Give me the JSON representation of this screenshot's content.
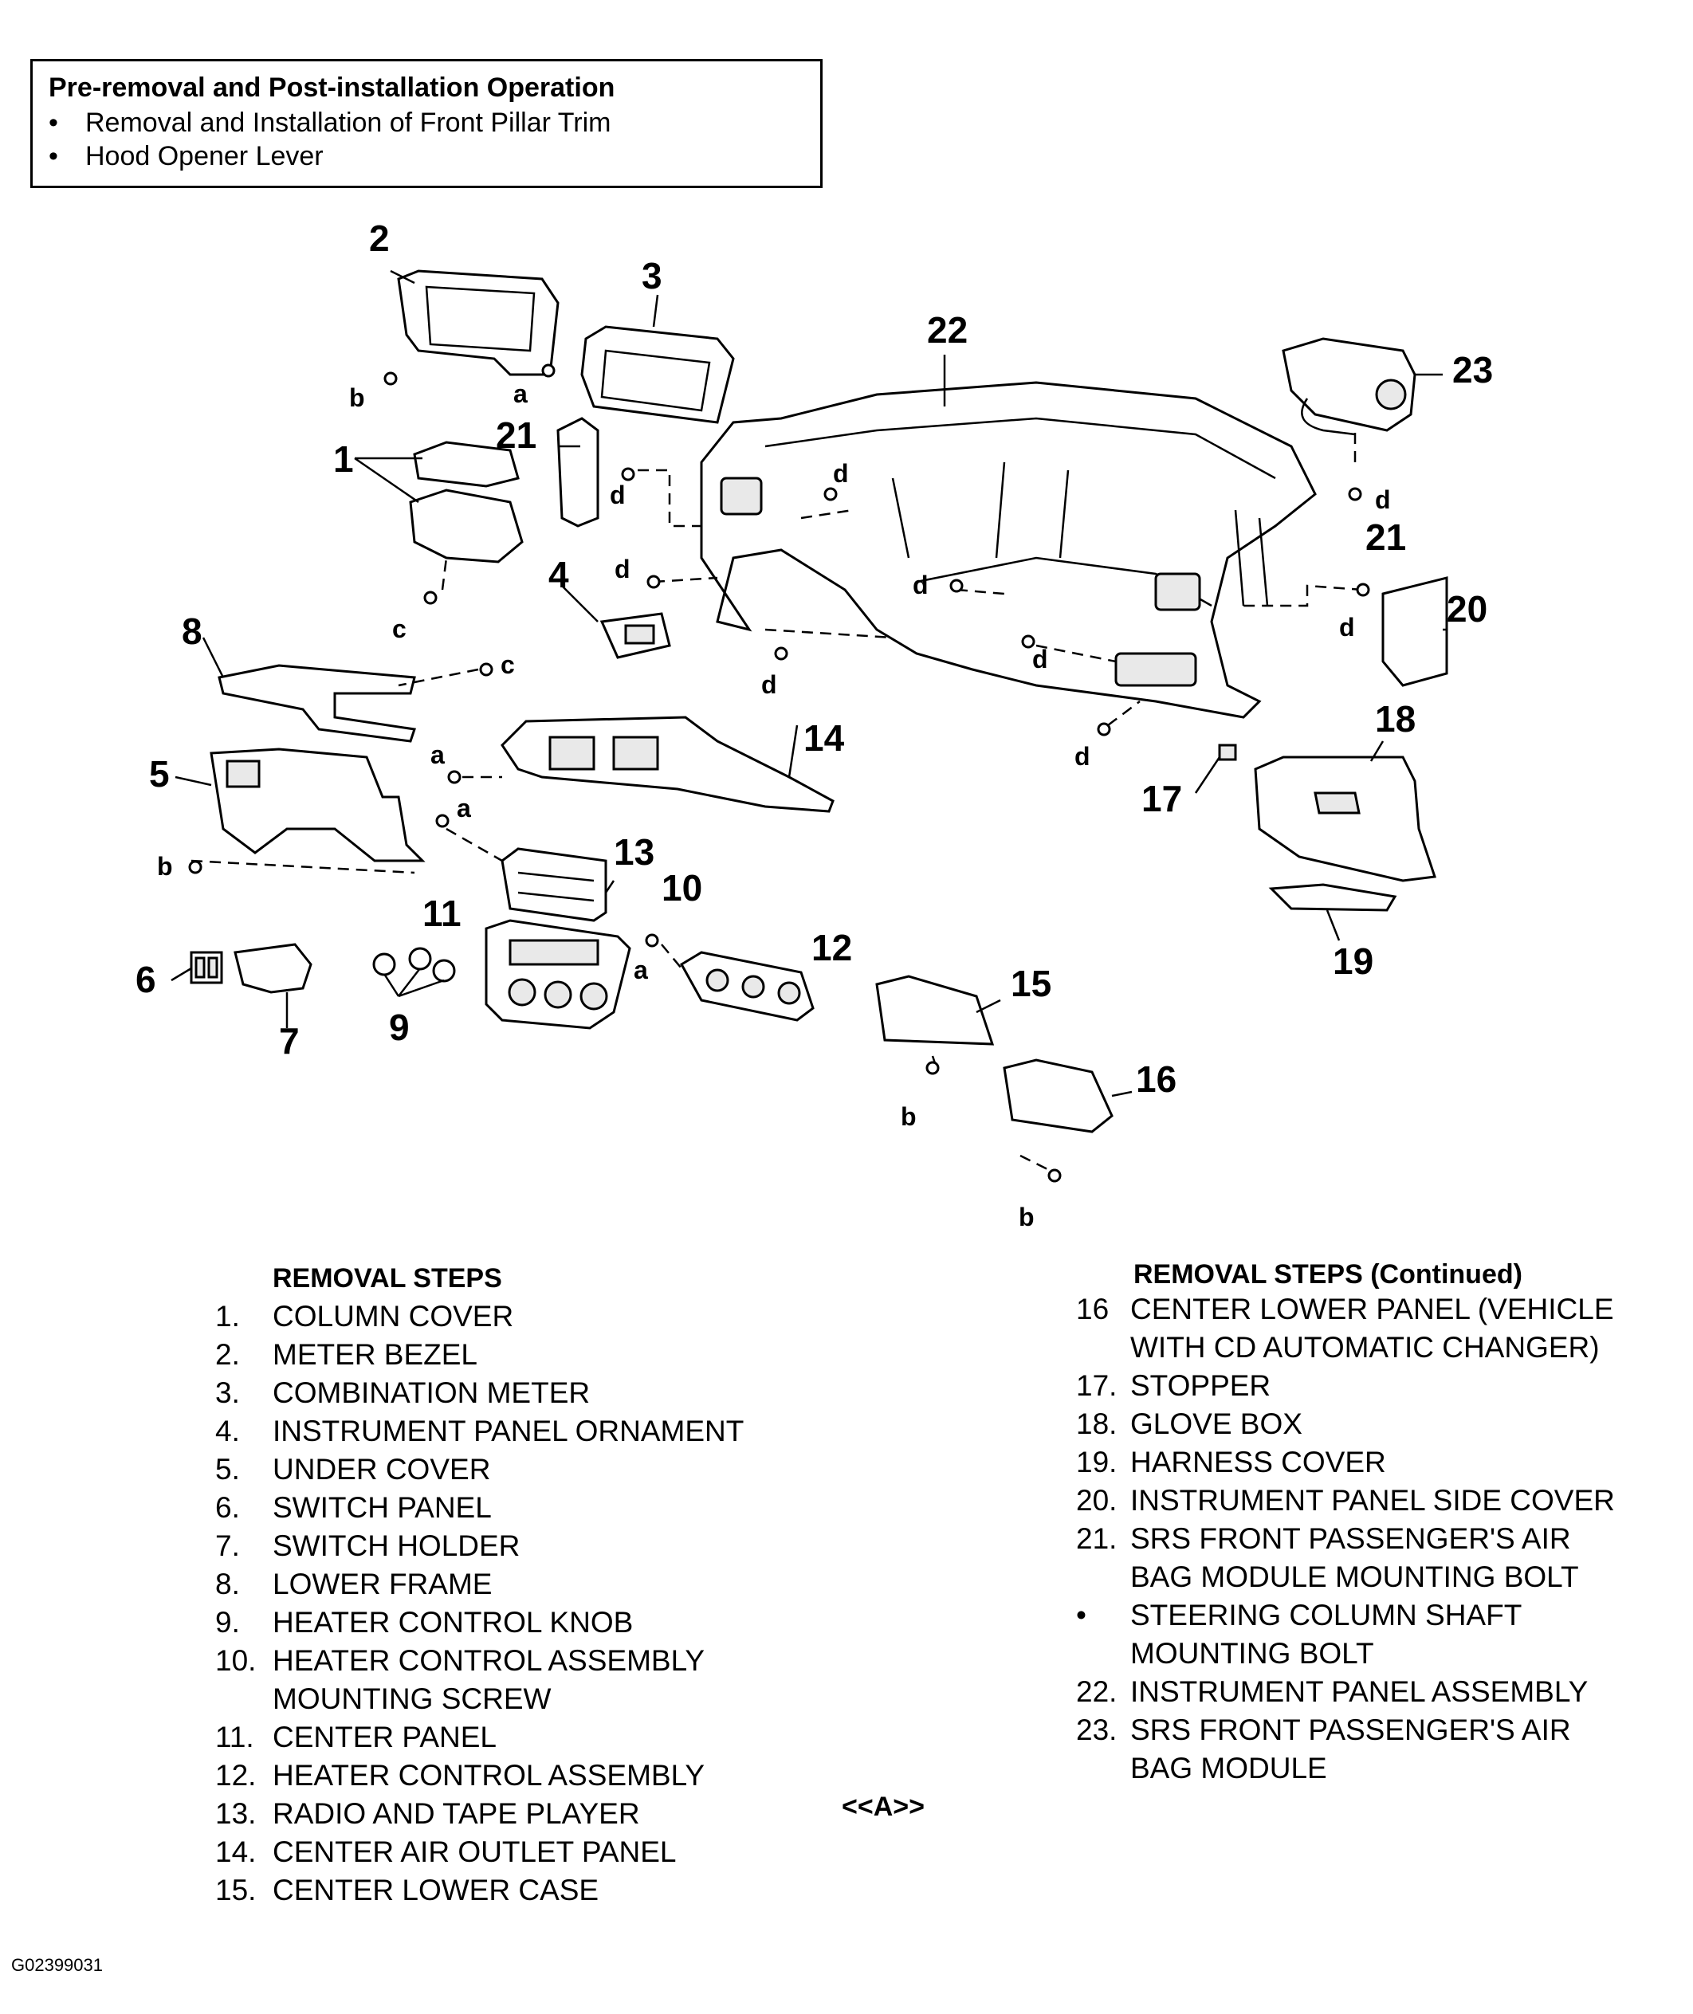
{
  "pre_operation": {
    "title": "Pre-removal and Post-installation Operation",
    "items": [
      "Removal and Installation of Front Pillar Trim",
      "Hood Opener Lever"
    ]
  },
  "diagram": {
    "callouts": [
      "2",
      "3",
      "22",
      "23",
      "b",
      "a",
      "21",
      "d",
      "1",
      "d",
      "d",
      "21",
      "4",
      "d",
      "d",
      "d",
      "d",
      "20",
      "c",
      "8",
      "c",
      "d",
      "d",
      "14",
      "18",
      "5",
      "a",
      "a",
      "17",
      "b",
      "13",
      "10",
      "11",
      "12",
      "6",
      "a",
      "15",
      "9",
      "7",
      "19",
      "b",
      "16",
      "b"
    ]
  },
  "removal_steps_left": {
    "heading": "REMOVAL STEPS",
    "steps": [
      {
        "num": "1.",
        "text": "COLUMN COVER"
      },
      {
        "num": "2.",
        "text": "METER BEZEL"
      },
      {
        "num": "3.",
        "text": "COMBINATION METER"
      },
      {
        "num": "4.",
        "text": "INSTRUMENT PANEL ORNAMENT"
      },
      {
        "num": "5.",
        "text": "UNDER COVER"
      },
      {
        "num": "6.",
        "text": "SWITCH PANEL"
      },
      {
        "num": "7.",
        "text": "SWITCH HOLDER"
      },
      {
        "num": "8.",
        "text": "LOWER FRAME"
      },
      {
        "num": "9.",
        "text": "HEATER CONTROL KNOB"
      },
      {
        "num": "10.",
        "text": "HEATER CONTROL ASSEMBLY"
      },
      {
        "num": "",
        "text": "MOUNTING SCREW"
      },
      {
        "num": "11.",
        "text": "CENTER PANEL"
      },
      {
        "num": "12.",
        "text": "HEATER CONTROL ASSEMBLY"
      },
      {
        "num": "13.",
        "text": "RADIO AND TAPE PLAYER"
      },
      {
        "num": "14.",
        "text": "CENTER AIR OUTLET PANEL"
      },
      {
        "num": "15.",
        "text": "CENTER LOWER CASE"
      }
    ]
  },
  "removal_steps_right": {
    "heading": "REMOVAL STEPS (Continued)",
    "steps": [
      {
        "num": "16",
        "text": "CENTER LOWER PANEL (VEHICLE"
      },
      {
        "num": "",
        "text": "WITH CD AUTOMATIC CHANGER)"
      },
      {
        "num": "17.",
        "text": "STOPPER"
      },
      {
        "num": "18.",
        "text": "GLOVE BOX"
      },
      {
        "num": "19.",
        "text": "HARNESS COVER"
      },
      {
        "num": "20.",
        "text": "INSTRUMENT PANEL SIDE COVER"
      },
      {
        "num": "21.",
        "text": "SRS FRONT PASSENGER'S AIR"
      },
      {
        "num": "",
        "text": "BAG MODULE MOUNTING BOLT"
      },
      {
        "num": "•",
        "text": "STEERING COLUMN SHAFT"
      },
      {
        "num": "",
        "text": "MOUNTING BOLT"
      },
      {
        "num": "22.",
        "text": "INSTRUMENT PANEL ASSEMBLY"
      },
      {
        "num": "23.",
        "text": "SRS FRONT PASSENGER'S AIR"
      },
      {
        "num": "",
        "text": "BAG MODULE"
      }
    ]
  },
  "reference_marker": "<<A>>",
  "figure_code": "G02399031"
}
